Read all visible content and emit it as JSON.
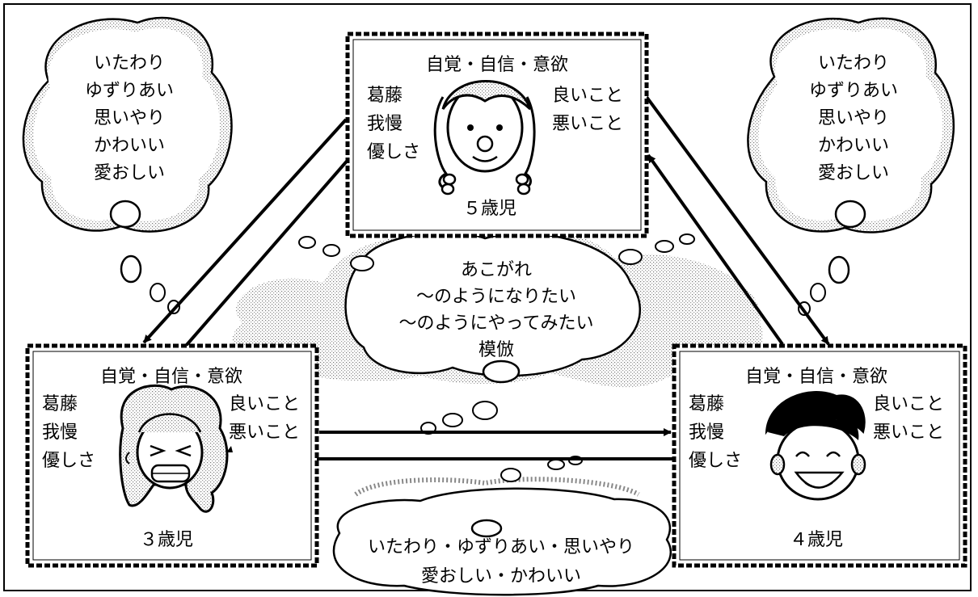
{
  "thought_left": {
    "lines": [
      "いたわり",
      "ゆずりあい",
      "思いやり",
      "かわいい",
      "愛おしい"
    ]
  },
  "thought_right": {
    "lines": [
      "いたわり",
      "ゆずりあい",
      "思いやり",
      "かわいい",
      "愛おしい"
    ]
  },
  "box_5": {
    "header": "自覚・自信・意欲",
    "left": [
      "葛藤",
      "我慢",
      "優しさ"
    ],
    "right": [
      "良いこと",
      "悪いこと"
    ],
    "caption": "５歳児"
  },
  "box_3": {
    "header": "自覚・自信・意欲",
    "left": [
      "葛藤",
      "我慢",
      "優しさ"
    ],
    "right": [
      "良いこと",
      "悪いこと"
    ],
    "caption": "３歳児"
  },
  "box_4": {
    "header": "自覚・自信・意欲",
    "left": [
      "葛藤",
      "我慢",
      "優しさ"
    ],
    "right": [
      "良いこと",
      "悪いこと"
    ],
    "caption": "４歳児"
  },
  "cloud_center": {
    "lines": [
      "あこがれ",
      "～のようになりたい",
      "～のようにやってみたい",
      "模倣"
    ]
  },
  "cloud_bottom": {
    "lines": [
      "いたわり・ゆずりあい・思いやり",
      "愛おしい・かわいい"
    ]
  }
}
